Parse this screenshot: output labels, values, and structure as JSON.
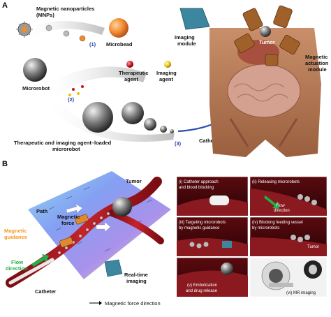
{
  "panel_a": {
    "letter": "A",
    "mnp_label_line1": "Magnetic nanoparticles",
    "mnp_label_line2": "(MNPs)",
    "microbead_label": "Microbead",
    "microrobot_label": "Microrobot",
    "therapeutic_line1": "Therapeutic",
    "therapeutic_line2": "agent",
    "imaging_agent_line1": "Imaging",
    "imaging_agent_line2": "agent",
    "loaded_line1": "Therapeutic and imaging agent–loaded",
    "loaded_line2": "microrobot",
    "step1": "(1)",
    "step2": "(2)",
    "step3": "(3)",
    "catheter_label": "Catheter",
    "imaging_module_line1": "Imaging",
    "imaging_module_line2": "module",
    "tumor_label": "Tumor",
    "actuation_line1": "Magnetic",
    "actuation_line2": "actuation",
    "actuation_line3": "module"
  },
  "panel_b": {
    "letter": "B",
    "tumor_label": "Tumor",
    "path_label": "Path",
    "magnetic_force_line1": "Magnetic",
    "magnetic_force_line2": "force",
    "magnetic_guidance_line1": "Magnetic",
    "magnetic_guidance_line2": "guidance",
    "flow_line1": "Flow",
    "flow_line2": "direction",
    "realtime_line1": "Real-time",
    "realtime_line2": "imaging",
    "catheter_label": "Catheter",
    "legend_label": "Magnetic force direction",
    "insets": [
      {
        "caption_line1": "(i) Catheter approach",
        "caption_line2": "and blood blocking"
      },
      {
        "caption_line1": "(ii) Releasing microrobots",
        "caption_line2": ""
      },
      {
        "caption_line1": "(iii) Targeting microrobots",
        "caption_line2": "by magnetic guidance"
      },
      {
        "caption_line1": "(iv) Blocking feeding vessel",
        "caption_line2": "by microrobots"
      },
      {
        "caption_line1": "(v) Embolization",
        "caption_line2": "and drug release"
      },
      {
        "caption_line1": "(vi) MR imaging",
        "caption_line2": ""
      }
    ],
    "inset_flow_line1": "Flow",
    "inset_flow_line2": "direction",
    "inset_tumor_label": "Tumor"
  },
  "colors": {
    "step_blue": "#2a3fae",
    "catheter_blue": "#2b4fb8",
    "vessel_red": "#a3141c",
    "microbead_orange": "#f28a2e",
    "therapeutic_red": "#c8101a",
    "imaging_yellow": "#e8c400",
    "flow_green": "#22b04b",
    "guidance_orange": "#f29a1f",
    "imaging_module_teal": "#3d86a0"
  }
}
